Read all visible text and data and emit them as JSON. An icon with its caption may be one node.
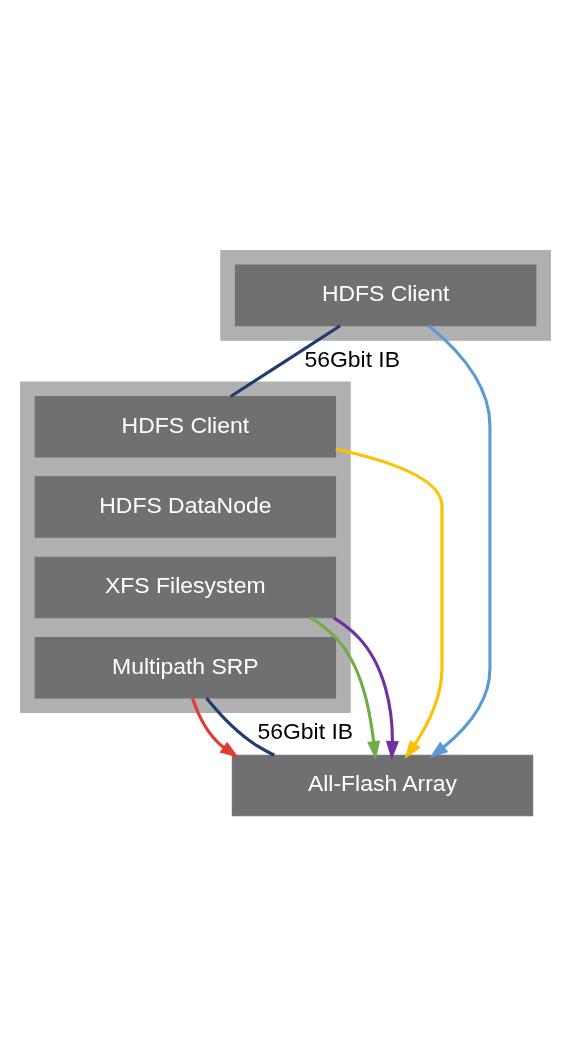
{
  "diagram": {
    "nodes": [
      {
        "text": [],
        "shape": "box"
      },
      {
        "text": [
          "HDFS Client"
        ],
        "in": 0
      },
      {
        "text": [],
        "shape": "box"
      },
      {
        "text": [
          "HDFS Client"
        ],
        "in": 2
      },
      {
        "text": [
          "HDFS DataNode"
        ],
        "in": 2
      },
      {
        "text": [
          "XFS Filesystem"
        ],
        "in": 2
      },
      {
        "text": [
          "Multipath SRP"
        ],
        "in": 2
      },
      {
        "text": [
          "All-Flash Array"
        ]
      }
    ],
    "edges": [
      {
        "from": 1,
        "to": 3,
        "arrow": "none",
        "label": "56Gbit IB",
        "color": "#1f3d6e"
      },
      {
        "from": 1,
        "to": 7,
        "arrow": "to",
        "color": "#5b9bd5"
      },
      {
        "from": 3,
        "to": 7,
        "arrow": "to",
        "color": "#ffc000"
      },
      {
        "from": 5,
        "to": 7,
        "arrow": "to",
        "color": "#70ad47"
      },
      {
        "from": 5,
        "to": 7,
        "arrow": "to",
        "color": "#7030a0"
      },
      {
        "from": 6,
        "to": 7,
        "arrow": "to",
        "color": "#e03c31"
      },
      {
        "from": 6,
        "to": 7,
        "arrow": "none",
        "label": "56Gbit IB",
        "color": "#1f3d6e"
      }
    ]
  }
}
